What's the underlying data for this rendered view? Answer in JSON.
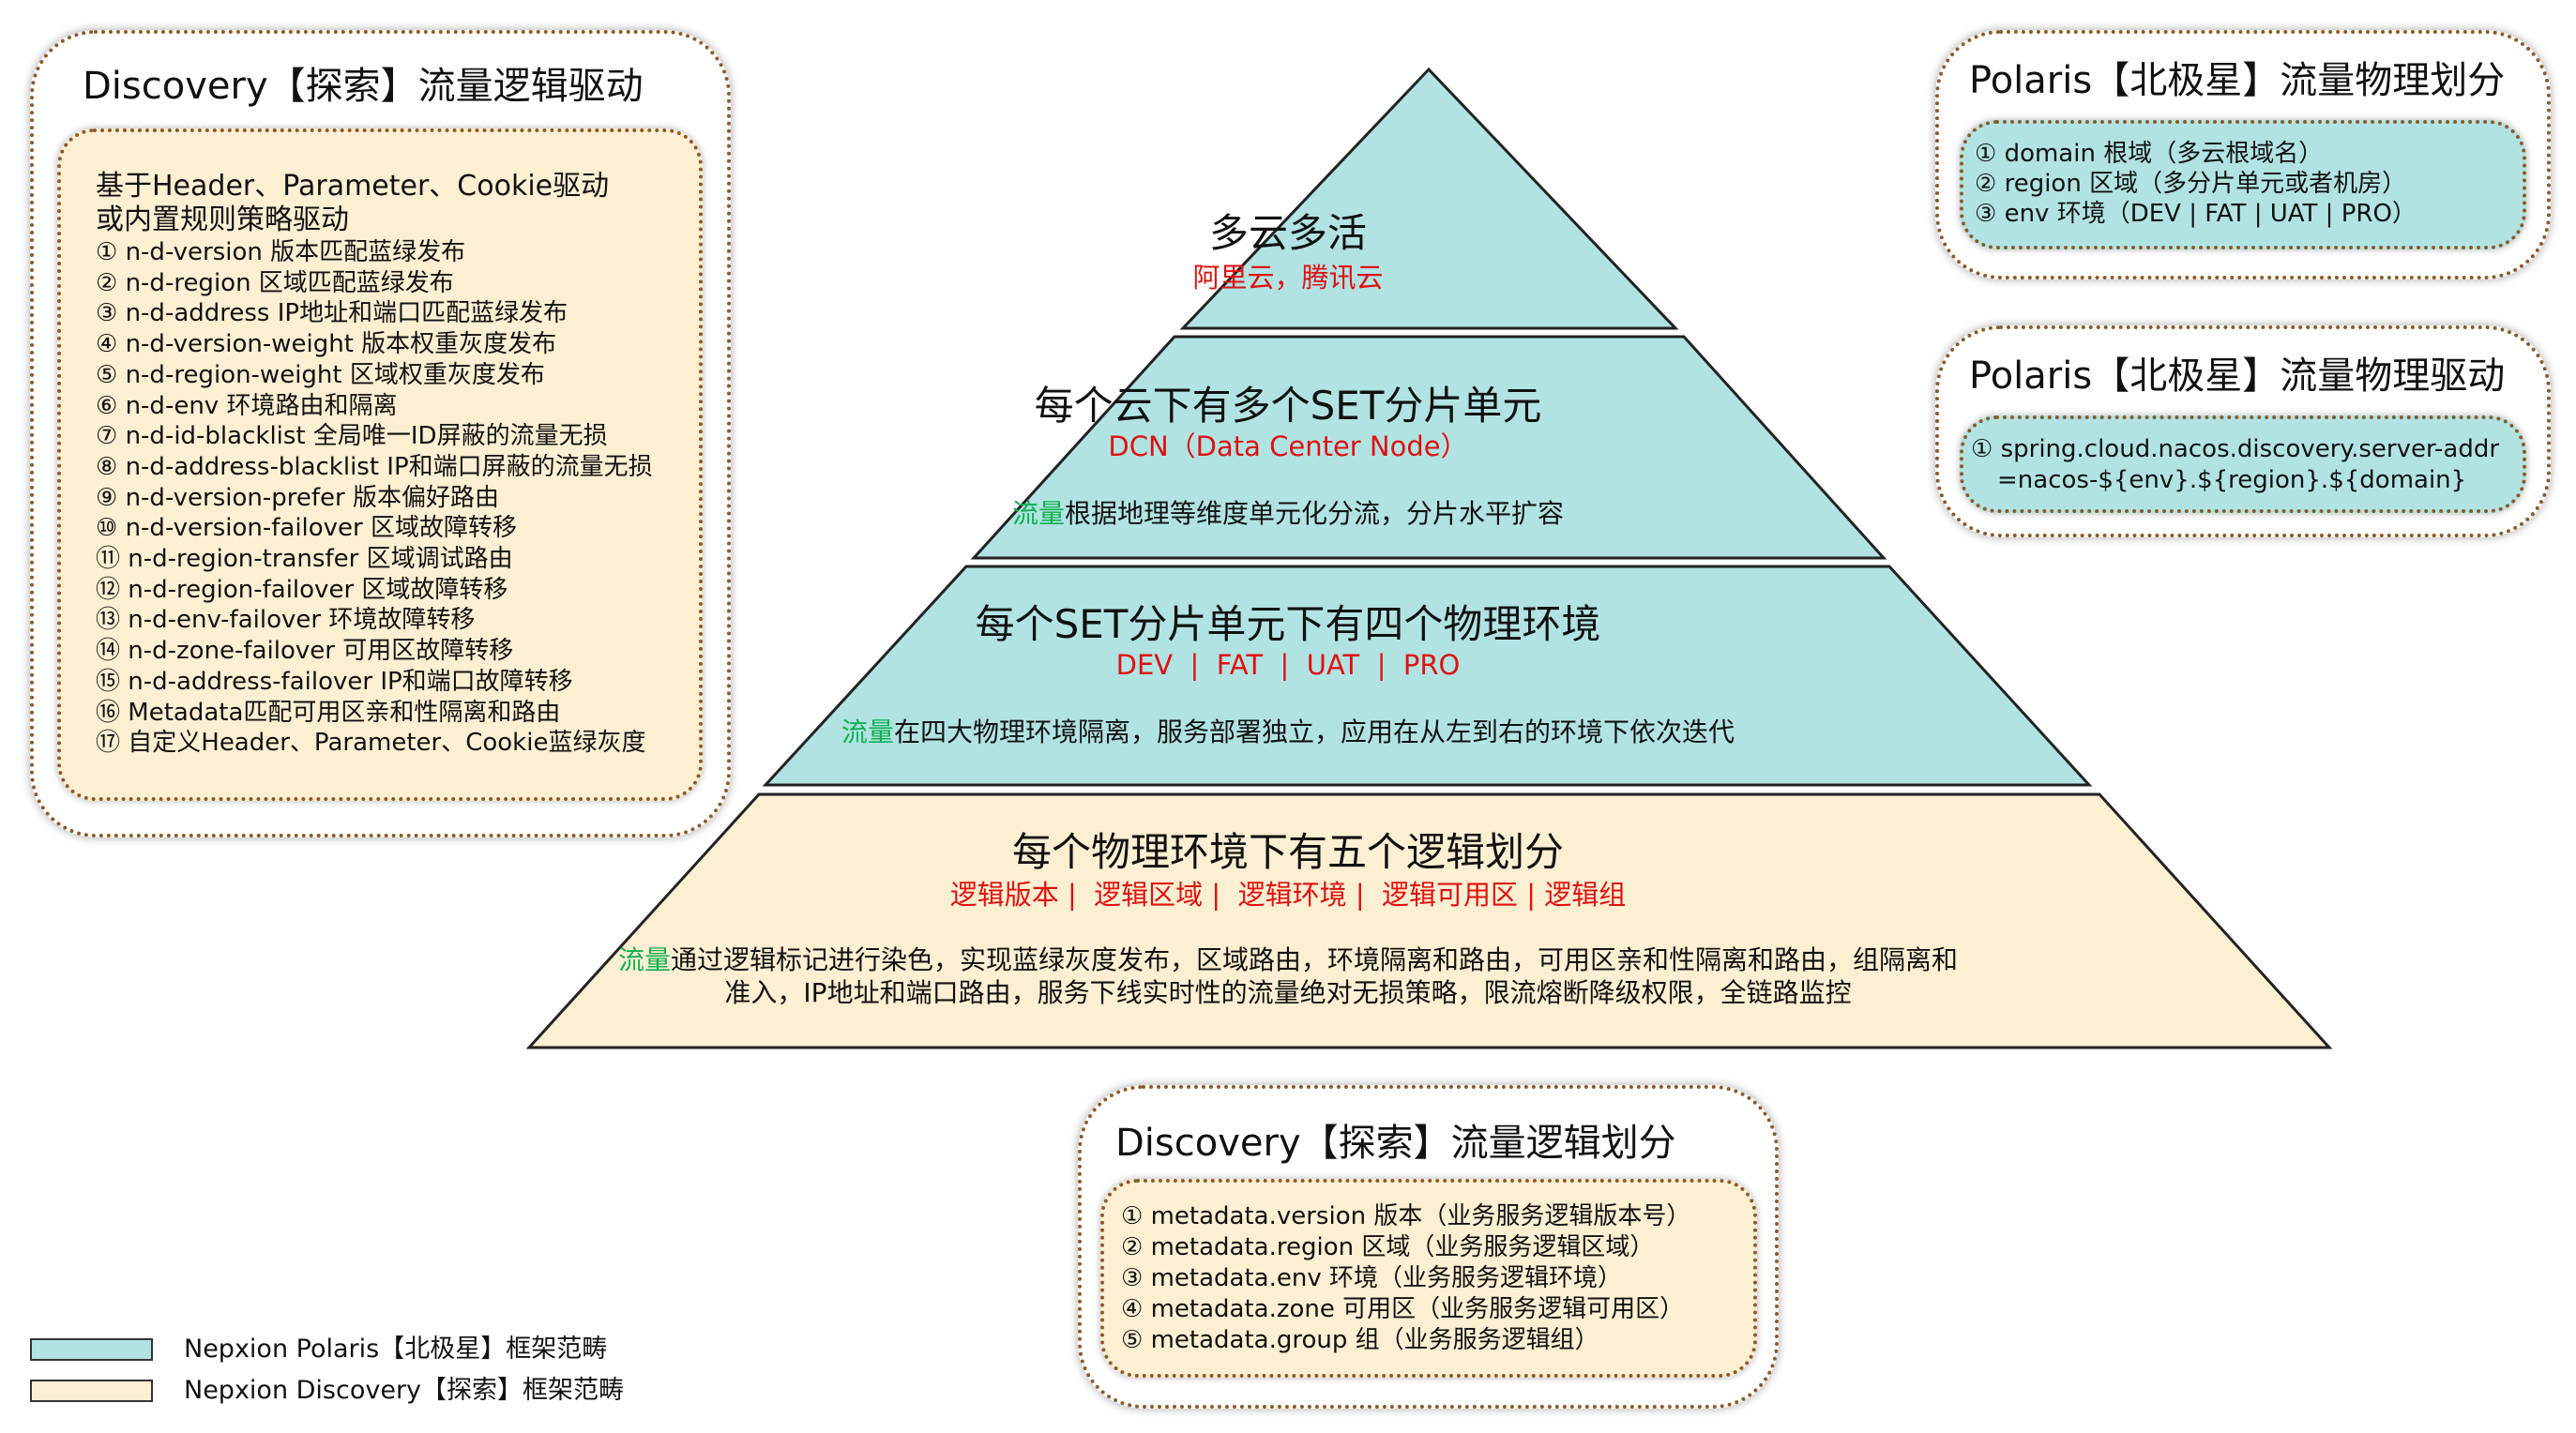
{
  "colors": {
    "polaris": "#b2e3e3",
    "discovery": "#fcefd2",
    "highlight_red": "#e01010",
    "highlight_green": "#10b050",
    "border": "#8b5a2b"
  },
  "left_box": {
    "title": "Discovery【探索】流量逻辑驱动",
    "intro": [
      "基于Header、Parameter、Cookie驱动",
      "或内置规则策略驱动"
    ],
    "items": [
      "① n-d-version 版本匹配蓝绿发布",
      "② n-d-region 区域匹配蓝绿发布",
      "③ n-d-address IP地址和端口匹配蓝绿发布",
      "④ n-d-version-weight 版本权重灰度发布",
      "⑤ n-d-region-weight 区域权重灰度发布",
      "⑥ n-d-env 环境路由和隔离",
      "⑦ n-d-id-blacklist 全局唯一ID屏蔽的流量无损",
      "⑧ n-d-address-blacklist IP和端口屏蔽的流量无损",
      "⑨ n-d-version-prefer 版本偏好路由",
      "⑩ n-d-version-failover 区域故障转移",
      "⑪ n-d-region-transfer 区域调试路由",
      "⑫ n-d-region-failover 区域故障转移",
      "⑬ n-d-env-failover 环境故障转移",
      "⑭ n-d-zone-failover 可用区故障转移",
      "⑮ n-d-address-failover IP和端口故障转移",
      "⑯ Metadata匹配可用区亲和性隔离和路由",
      "⑰ 自定义Header、Parameter、Cookie蓝绿灰度"
    ]
  },
  "right_top_box": {
    "title": "Polaris【北极星】流量物理划分",
    "items": [
      "① domain 根域（多云根域名）",
      "② region 区域（多分片单元或者机房）",
      "③ env 环境（DEV | FAT | UAT | PRO）"
    ]
  },
  "right_mid_box": {
    "title": "Polaris【北极星】流量物理驱动",
    "items": [
      "① spring.cloud.nacos.discovery.server-addr",
      "=nacos-${env}.${region}.${domain}"
    ]
  },
  "bottom_box": {
    "title": "Discovery【探索】流量逻辑划分",
    "items": [
      "① metadata.version 版本（业务服务逻辑版本号）",
      "② metadata.region 区域（业务服务逻辑区域）",
      "③ metadata.env 环境（业务服务逻辑环境）",
      "④ metadata.zone 可用区（业务服务逻辑可用区）",
      "⑤ metadata.group 组（业务服务逻辑组）"
    ]
  },
  "pyramid": [
    {
      "title": "多云多活",
      "subtitle": "阿里云，腾讯云"
    },
    {
      "title": "每个云下有多个SET分片单元",
      "subtitle": "DCN（Data Center Node）",
      "desc_highlight": "流量",
      "desc": [
        "根据地理等维度单元化分流，分片水平扩容"
      ]
    },
    {
      "title": "每个SET分片单元下有四个物理环境",
      "subtitle": "DEV  |  FAT  |  UAT  |  PRO",
      "desc_highlight": "流量",
      "desc": [
        "在四大物理环境隔离，服务部署独立，应用在从左到右的环境下依次迭代"
      ]
    },
    {
      "title": "每个物理环境下有五个逻辑划分",
      "subtitle": "逻辑版本 |  逻辑区域 |  逻辑环境 |  逻辑可用区 | 逻辑组",
      "desc_highlight": "流量",
      "desc": [
        "通过逻辑标记进行染色，实现蓝绿灰度发布，区域路由，环境隔离和路由，可用区亲和性隔离和路由，组隔离和",
        "准入，IP地址和端口路由，服务下线实时性的流量绝对无损策略，限流熔断降级权限，全链路监控"
      ]
    }
  ],
  "legend": [
    {
      "label": "Nepxion Polaris【北极星】框架范畴"
    },
    {
      "label": "Nepxion Discovery【探索】框架范畴"
    }
  ]
}
